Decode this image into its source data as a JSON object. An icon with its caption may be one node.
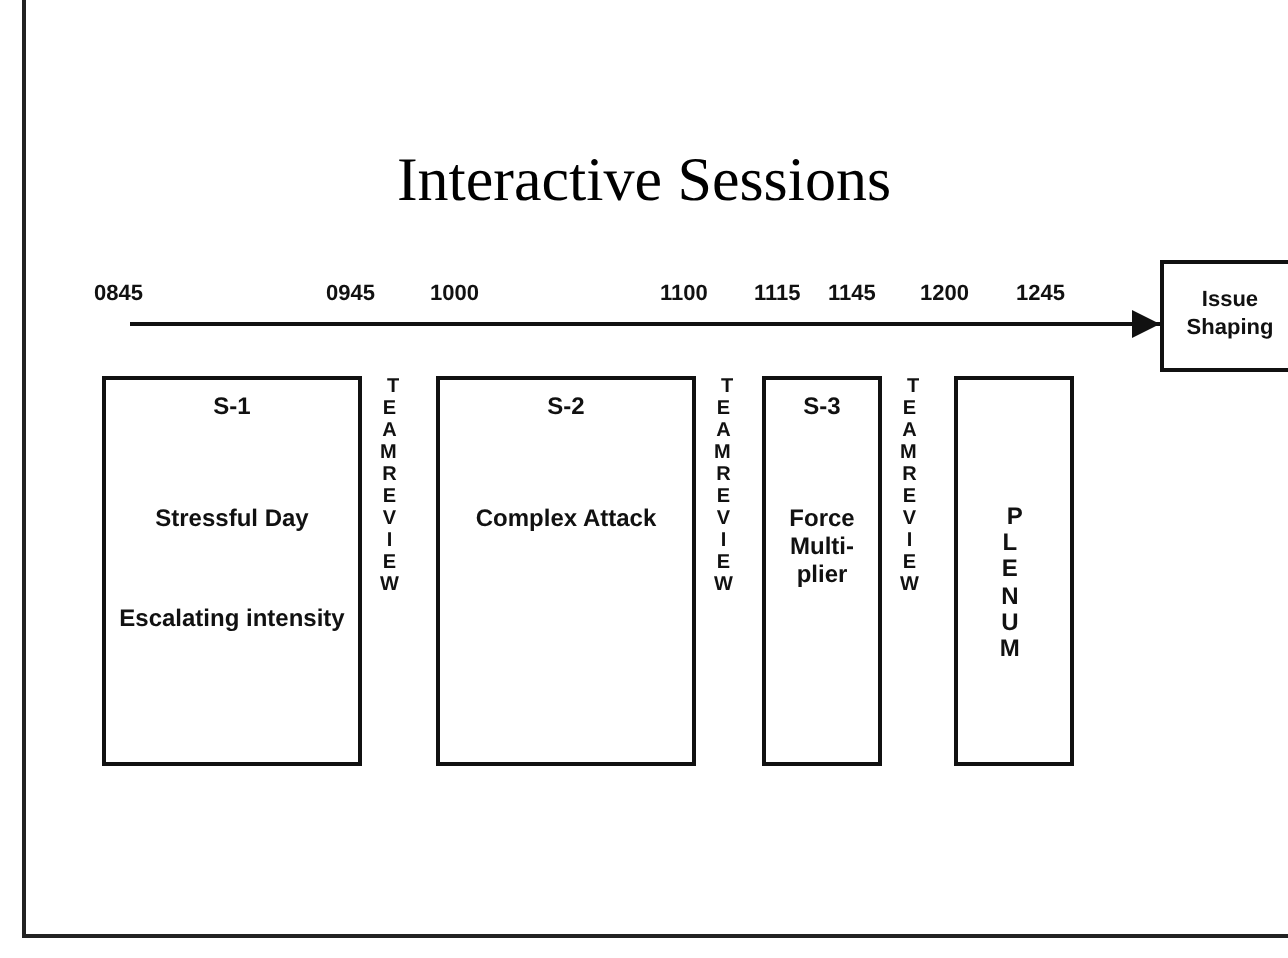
{
  "diagram": {
    "title": "Interactive Sessions",
    "nodes": [
      {
        "text": [
          "S-1",
          "Stressful Day",
          "Escalating intensity"
        ]
      },
      {
        "text": [
          "S-2",
          "Complex Attack"
        ]
      },
      {
        "text": [
          "S-3",
          "Force Multi-plier"
        ]
      },
      {
        "text": [
          "PLENUM"
        ]
      },
      {
        "text": [
          "Issue Shaping"
        ]
      }
    ],
    "edges": [
      {
        "from": null,
        "to": 4,
        "arrow": "to"
      }
    ],
    "labels": [
      "0845",
      "0945",
      "1000",
      "1100",
      "1115",
      "1145",
      "1200",
      "1245",
      "TEAM REVIEW",
      "TEAM REVIEW",
      "TEAM REVIEW"
    ]
  }
}
